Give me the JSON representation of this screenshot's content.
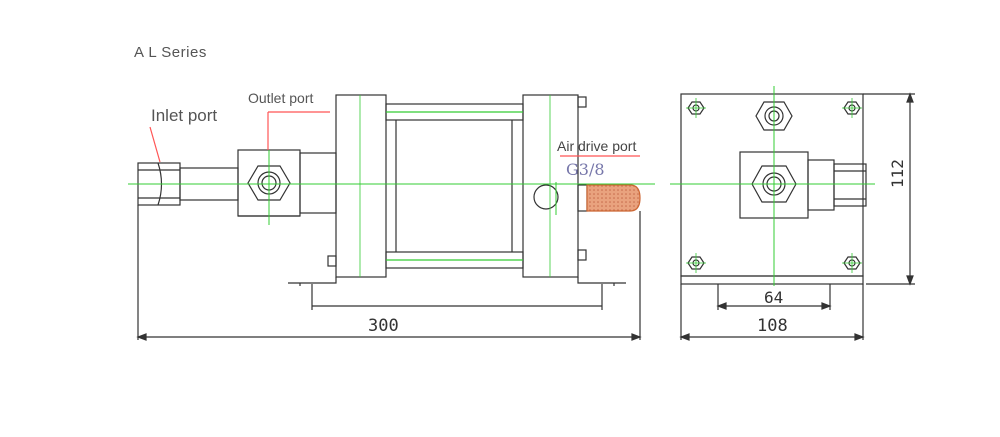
{
  "header": {
    "title": "A L  Series"
  },
  "side_view": {
    "inlet_label": "Inlet port",
    "outlet_label": "Outlet port",
    "air_drive_label": "Air drive port",
    "thread_label": "G3/8",
    "length_dim": "300"
  },
  "end_view": {
    "width_dim": "108",
    "hole_spacing_dim": "64",
    "height_dim": "112"
  },
  "colors": {
    "line": "#333333",
    "center_line": "#33cc33",
    "leader_line": "#ff5555",
    "muffler": "#e8a080"
  }
}
